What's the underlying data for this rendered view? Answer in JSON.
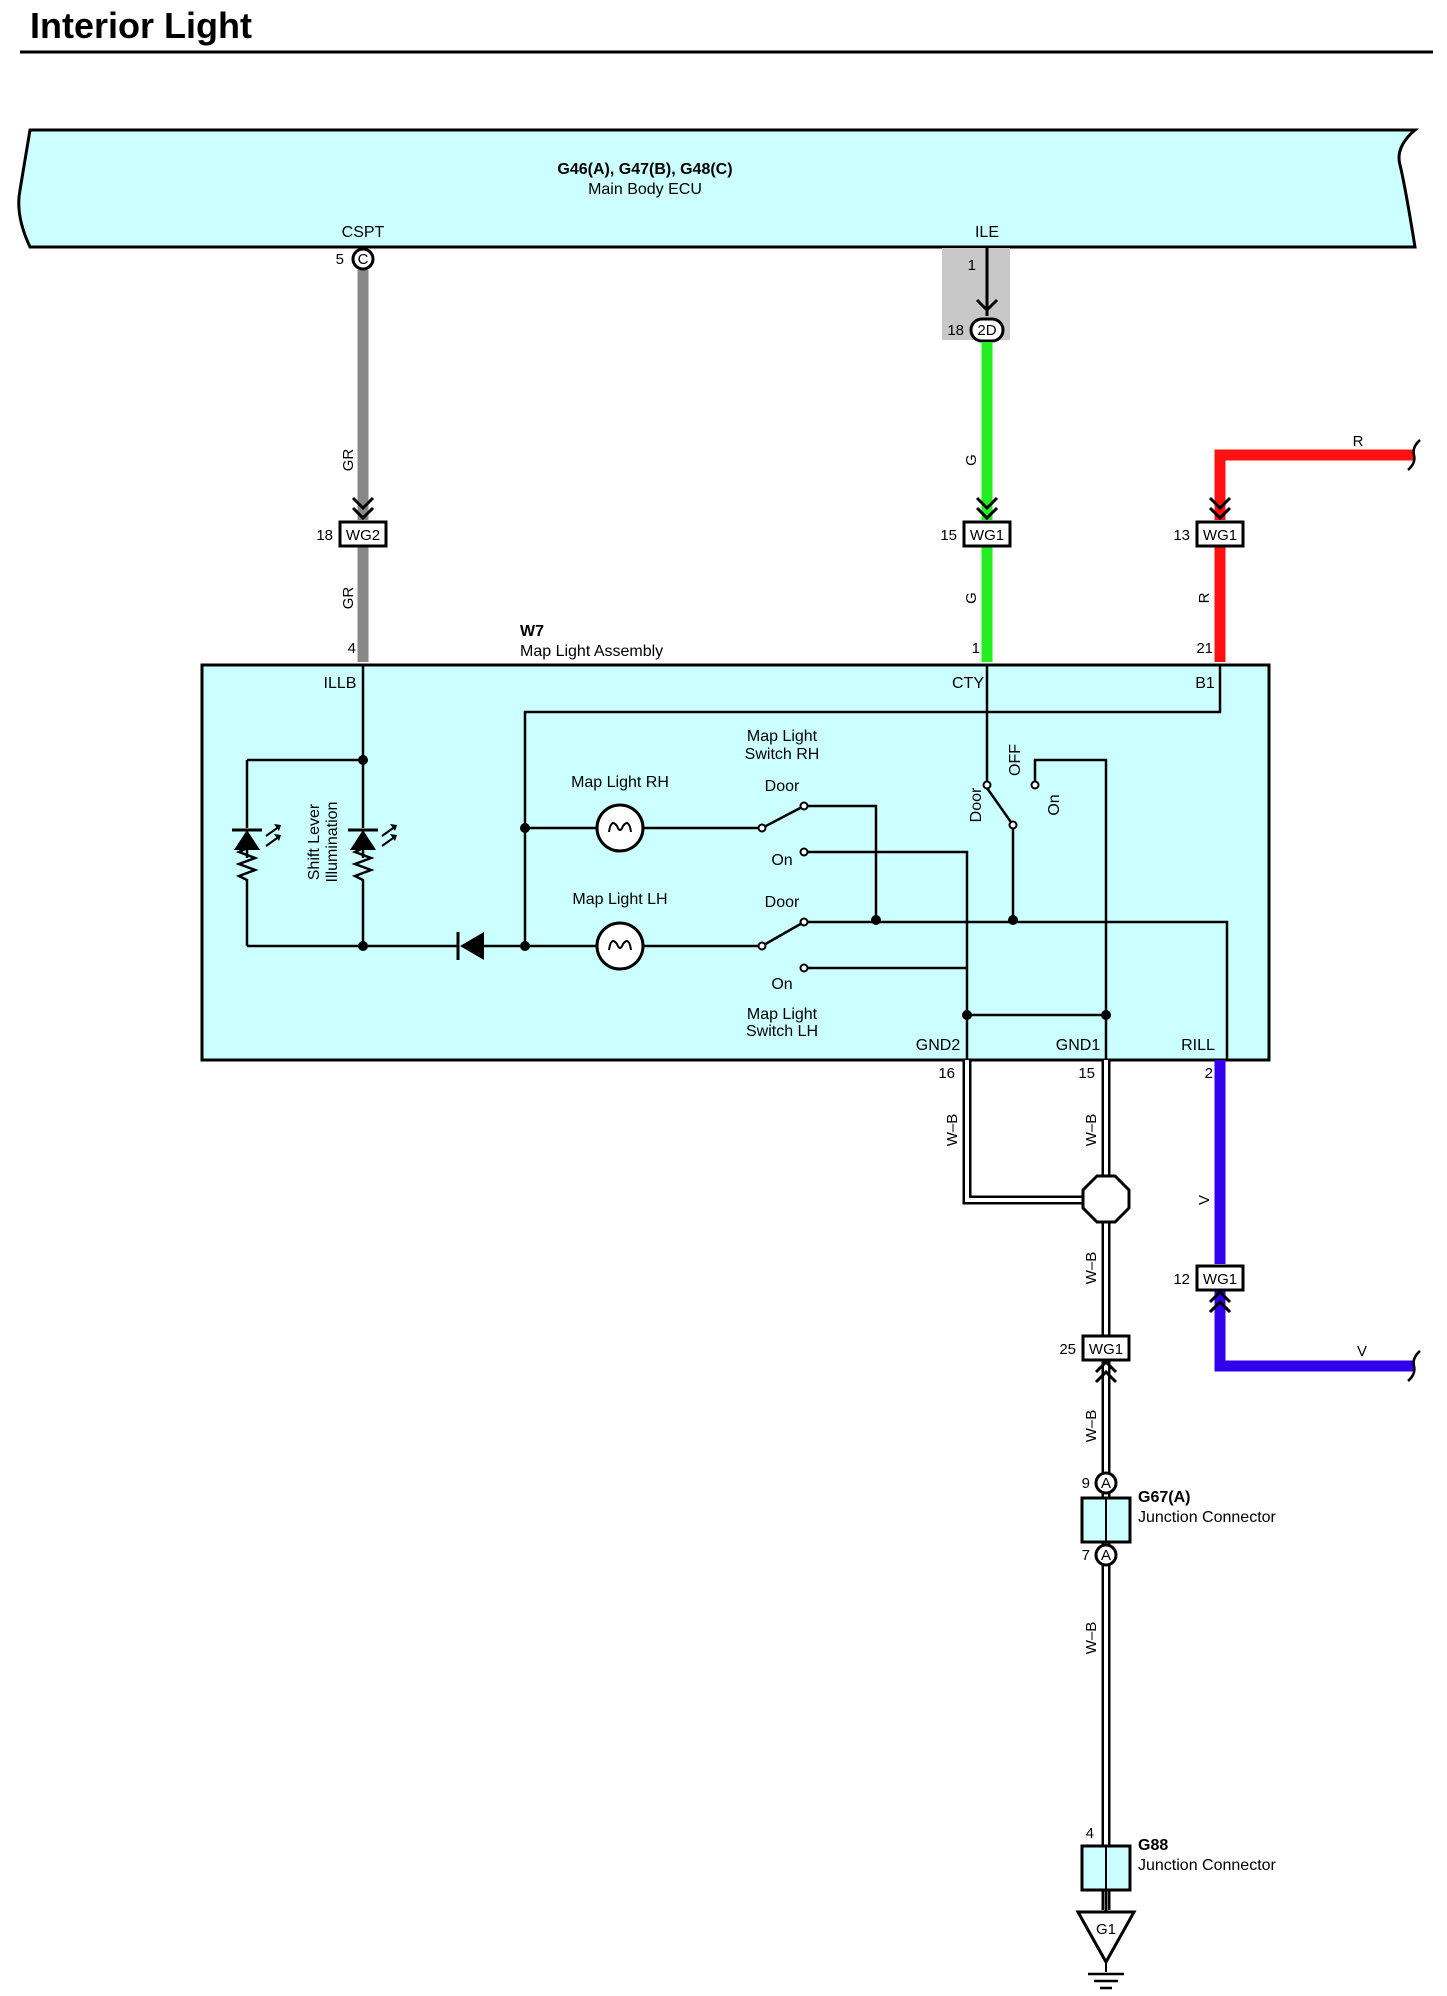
{
  "title": "Interior Light",
  "ecu": {
    "ref": "G46(A), G47(B), G48(C)",
    "name": "Main Body ECU",
    "pin_cspt": "CSPT",
    "pin_ile": "ILE"
  },
  "pins": {
    "cspt_num": "5",
    "cspt_conn": "C",
    "ile_num": "1",
    "ile_conn_num": "18",
    "ile_conn": "2D",
    "wg2_num": "18",
    "wg2": "WG2",
    "wg1_g_num": "15",
    "wg1_g": "WG1",
    "wg1_r_num": "13",
    "wg1_r": "WG1",
    "w7_illb_num": "4",
    "w7_cty_num": "1",
    "w7_b1_num": "21",
    "w7_gnd2_num": "16",
    "w7_gnd1_num": "15",
    "w7_rill_num": "2",
    "wg1_v_num": "12",
    "wg1_v": "WG1",
    "wg1_wb_num": "25",
    "wg1_wb": "WG1",
    "g67_in_num": "9",
    "g67_out_num": "7",
    "g67_pin": "A",
    "g88_num": "4",
    "ground": "G1"
  },
  "wires": {
    "gr": "GR",
    "g": "G",
    "r": "R",
    "v": "V",
    "wb": "W–B"
  },
  "assembly": {
    "ref": "W7",
    "name": "Map Light Assembly",
    "illb": "ILLB",
    "cty": "CTY",
    "b1": "B1",
    "gnd2": "GND2",
    "gnd1": "GND1",
    "rill": "RILL",
    "shift_1": "Shift Lever",
    "shift_2": "Illumination",
    "lamp_rh": "Map Light RH",
    "lamp_lh": "Map Light LH",
    "sw_rh_1": "Map Light",
    "sw_rh_2": "Switch RH",
    "sw_lh_1": "Map Light",
    "sw_lh_2": "Switch LH",
    "door": "Door",
    "on": "On",
    "off": "OFF"
  },
  "g67": {
    "ref": "G67(A)",
    "name": "Junction Connector"
  },
  "g88": {
    "ref": "G88",
    "name": "Junction Connector"
  },
  "colors": {
    "panel": "#ccffff",
    "gr": "#888888",
    "g": "#22ee22",
    "r": "#ff1111",
    "v": "#3300ee",
    "ecu_fill": "#ccffff",
    "shade": "#c8c8c8"
  }
}
